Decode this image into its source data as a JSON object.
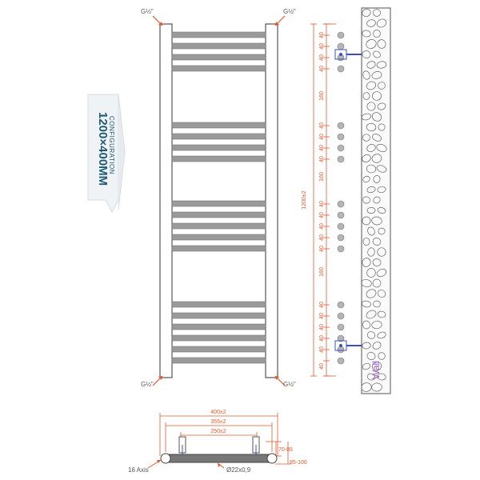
{
  "config_banner": {
    "size": "1200×400MM",
    "subtitle": "CONFIGURATION"
  },
  "ports": {
    "top_left": "G½\"",
    "top_right": "G½\"",
    "bottom_left": "G½\"",
    "bottom_right": "G½\""
  },
  "side_dims": {
    "total_height": "1200±2",
    "group1": [
      "40",
      "40",
      "40",
      "40"
    ],
    "gap1": "160",
    "group2": [
      "40",
      "40",
      "40",
      "40"
    ],
    "gap2": "160",
    "group3": [
      "40",
      "40",
      "40",
      "40",
      "40"
    ],
    "gap3": "160",
    "group4": [
      "40",
      "40",
      "40",
      "40",
      "40",
      "40"
    ]
  },
  "wall_label": "Wall",
  "bottom_view": {
    "width_total": "400±2",
    "width_centres": "355±2",
    "width_inner": "250±2",
    "depth_1": "70-85",
    "depth_2": "85-100",
    "axis": "16 Axis",
    "tube": "Ø22x0,9"
  },
  "colors": {
    "dimension": "#e2572c",
    "frame": "#555555",
    "rail": "#9a9a9a",
    "banner_text": "#1e5a73",
    "wall_label": "#9b59c9",
    "bracket": "#3b4fc4"
  }
}
